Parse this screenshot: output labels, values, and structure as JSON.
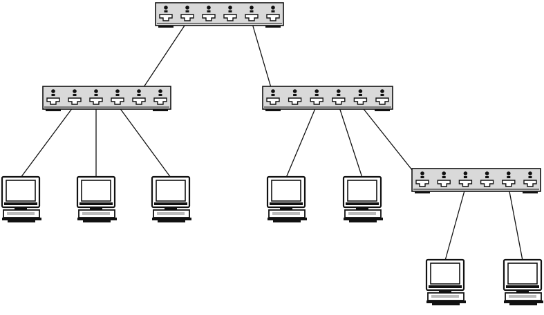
{
  "diagram": {
    "type": "network-topology",
    "colors": {
      "ink": "#111111",
      "paper": "#ffffff",
      "screen": "#ffffff",
      "hubFace": "#d9d9d9",
      "label": "#bbbbbb"
    },
    "hubs": [
      {
        "id": "hub-top",
        "ports": 6
      },
      {
        "id": "hub-left",
        "ports": 6
      },
      {
        "id": "hub-middle",
        "ports": 6
      },
      {
        "id": "hub-right",
        "ports": 6
      }
    ],
    "computers": [
      {
        "id": "pc-1",
        "icon": "computer-icon"
      },
      {
        "id": "pc-2",
        "icon": "computer-icon"
      },
      {
        "id": "pc-3",
        "icon": "computer-icon"
      },
      {
        "id": "pc-4",
        "icon": "computer-icon"
      },
      {
        "id": "pc-5",
        "icon": "computer-icon"
      },
      {
        "id": "pc-6",
        "icon": "computer-icon"
      },
      {
        "id": "pc-7",
        "icon": "computer-icon"
      }
    ],
    "links": [
      {
        "from": "hub-top",
        "fromPort": 2,
        "to": "hub-left"
      },
      {
        "from": "hub-top",
        "fromPort": 5,
        "to": "hub-middle"
      },
      {
        "from": "hub-left",
        "fromPort": 2,
        "to": "pc-1"
      },
      {
        "from": "hub-left",
        "fromPort": 3,
        "to": "pc-2"
      },
      {
        "from": "hub-left",
        "fromPort": 4,
        "to": "pc-3"
      },
      {
        "from": "hub-middle",
        "fromPort": 3,
        "to": "pc-4"
      },
      {
        "from": "hub-middle",
        "fromPort": 4,
        "to": "pc-5"
      },
      {
        "from": "hub-middle",
        "fromPort": 5,
        "to": "hub-right"
      },
      {
        "from": "hub-right",
        "fromPort": 3,
        "to": "pc-6"
      },
      {
        "from": "hub-right",
        "fromPort": 5,
        "to": "pc-7"
      }
    ]
  }
}
